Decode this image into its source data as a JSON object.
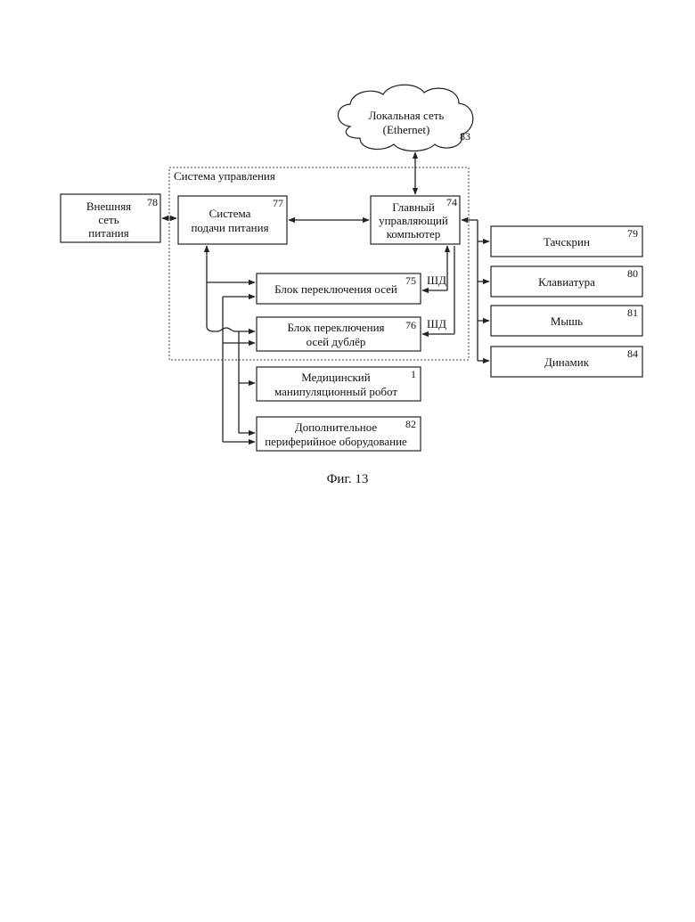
{
  "diagram": {
    "network": {
      "line1": "Локальная сеть",
      "line2": "(Ethernet)",
      "number": "83"
    },
    "control_system": {
      "label": "Система управления"
    },
    "external_power": {
      "line1": "Внешняя",
      "line2": "сеть",
      "line3": "питания",
      "number": "78"
    },
    "power_supply": {
      "line1": "Система",
      "line2": "подачи питания",
      "number": "77"
    },
    "main_computer": {
      "line1": "Главный",
      "line2": "управляющий",
      "line3": "компьютер",
      "number": "74"
    },
    "axis_switch": {
      "line1": "Блок переключения осей",
      "number": "75"
    },
    "axis_switch_dup": {
      "line1": "Блок переключения",
      "line2": "осей дублёр",
      "number": "76"
    },
    "robot": {
      "line1": "Медицинский",
      "line2": "манипуляционный робот",
      "number": "1"
    },
    "peripheral": {
      "line1": "Дополнительное",
      "line2": "периферийное оборудование",
      "number": "82"
    },
    "touchscreen": {
      "line1": "Тачскрин",
      "number": "79"
    },
    "keyboard": {
      "line1": "Клавиатура",
      "number": "80"
    },
    "mouse": {
      "line1": "Мышь",
      "number": "81"
    },
    "speaker": {
      "line1": "Динамик",
      "number": "84"
    },
    "bus_labels": [
      "ШД",
      "ШД"
    ]
  },
  "caption": "Фиг. 13"
}
